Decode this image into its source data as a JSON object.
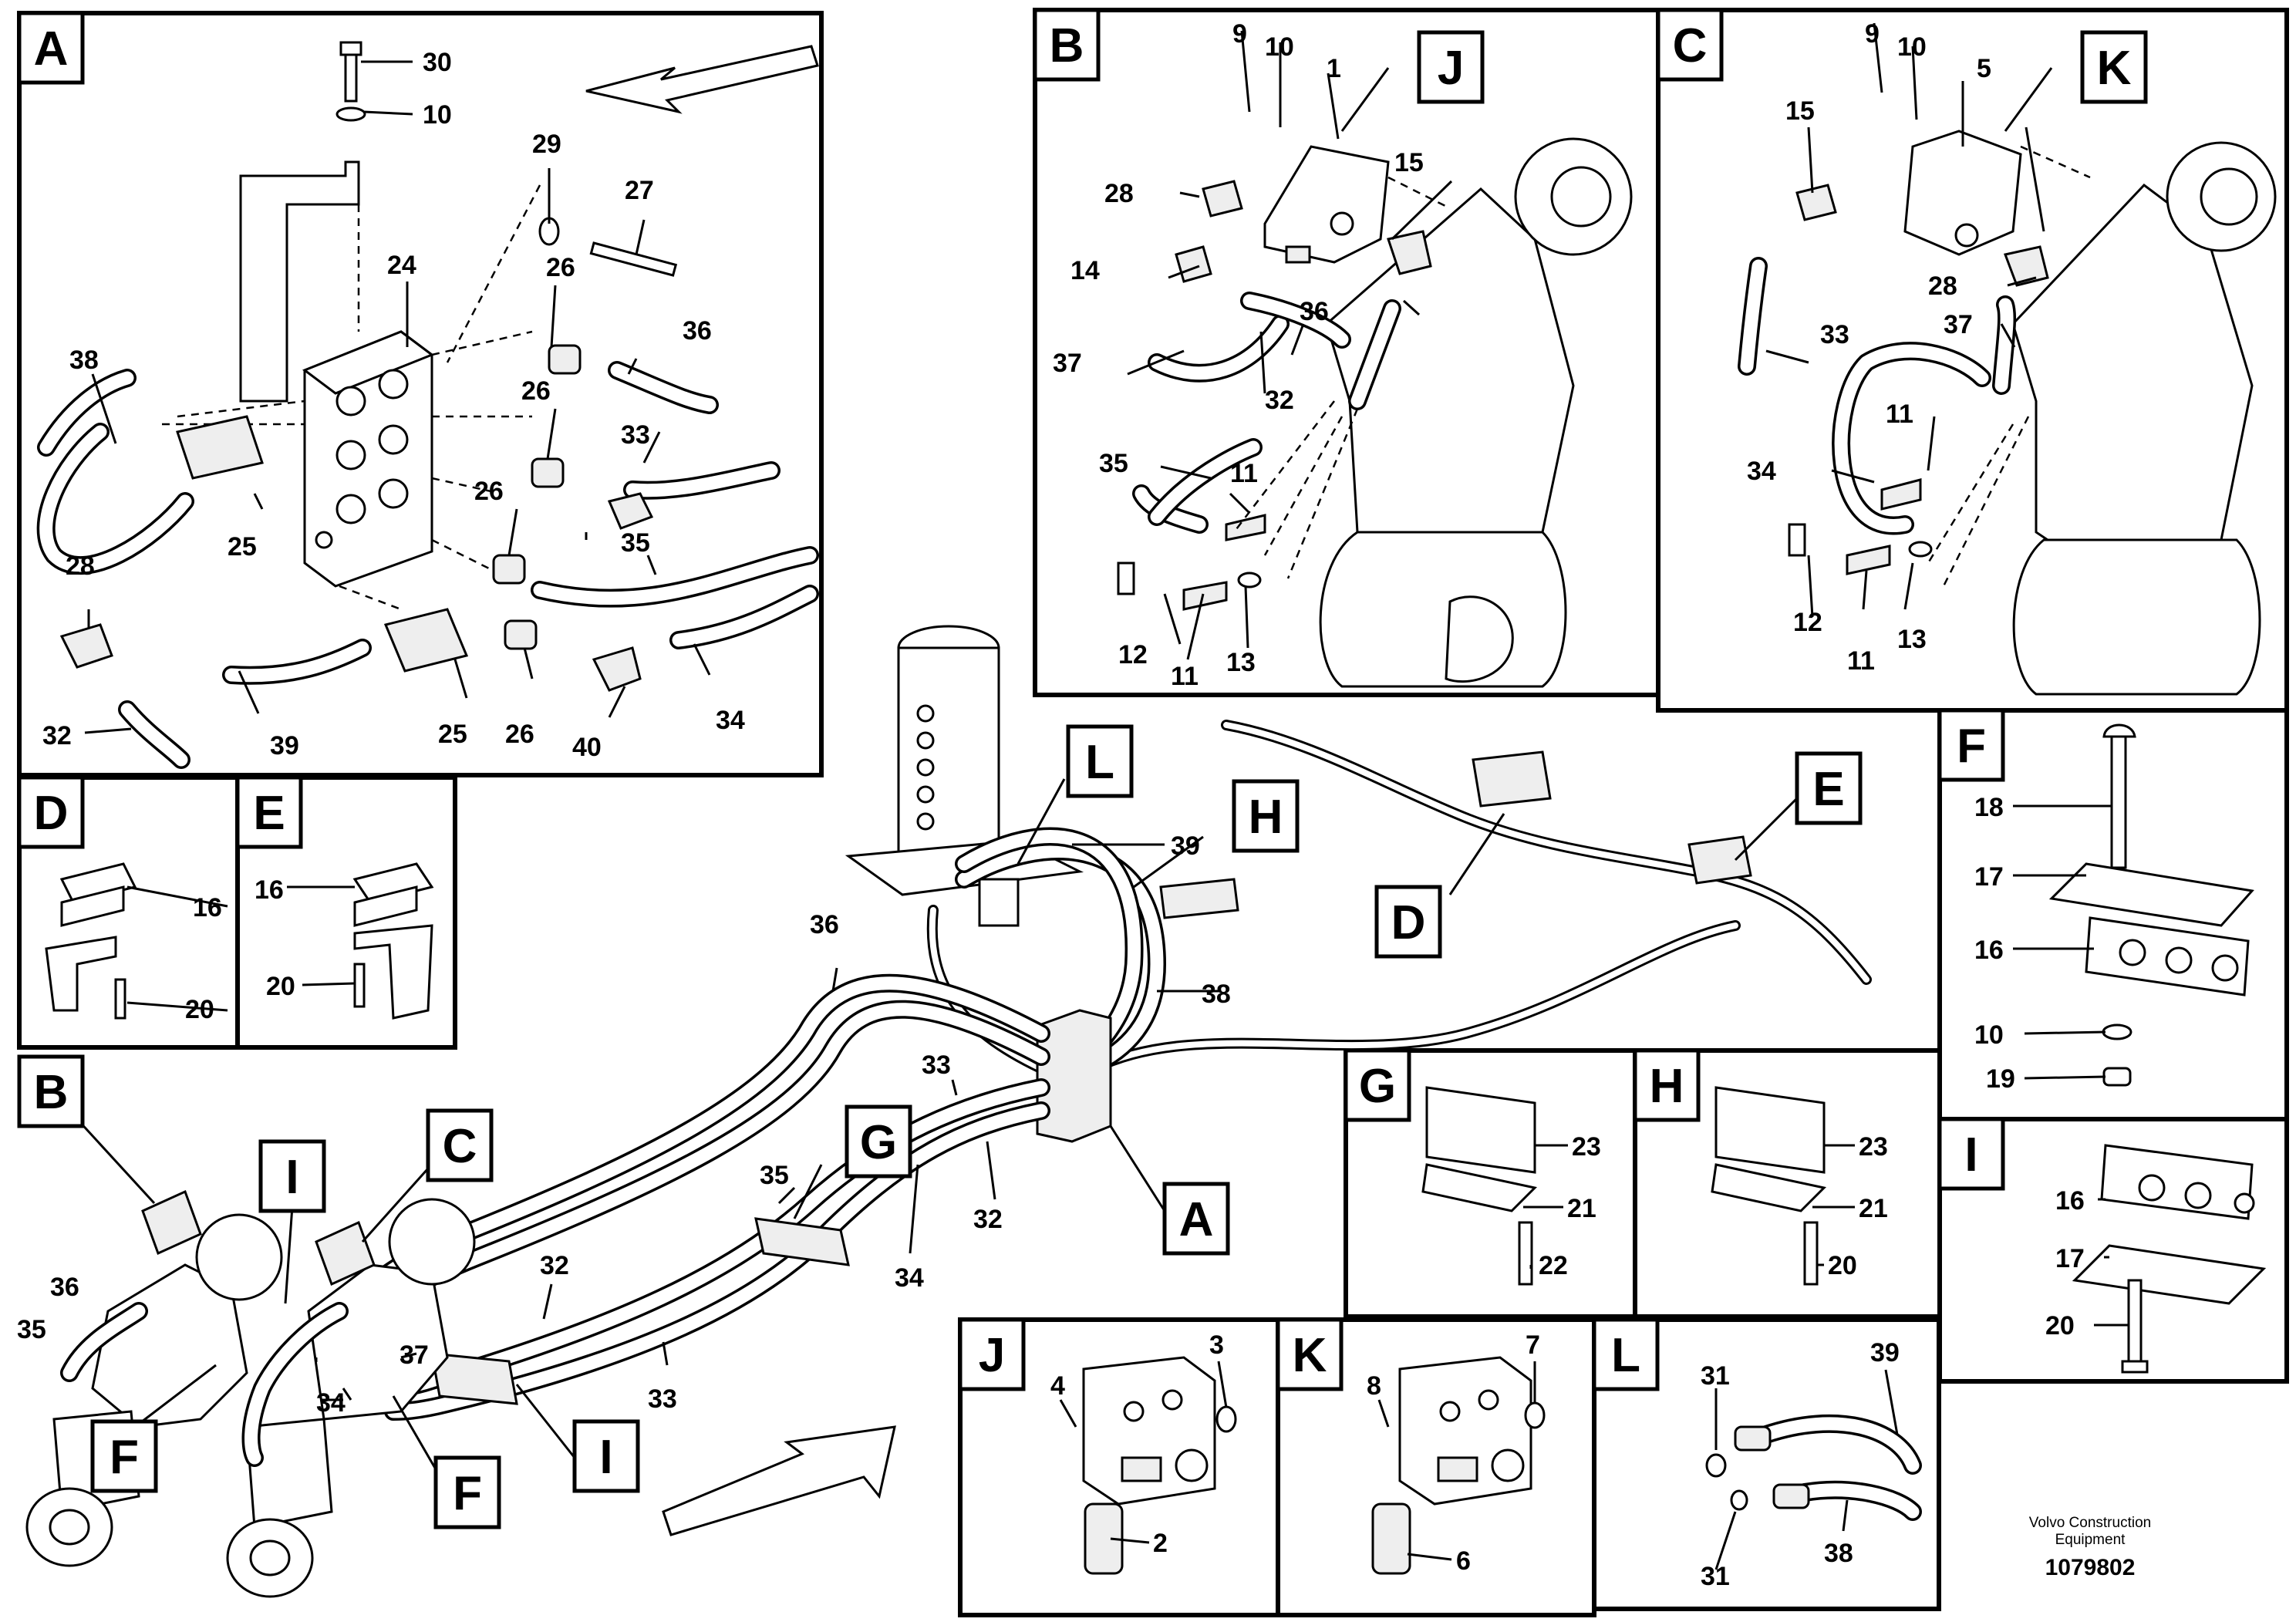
{
  "callouts": {
    "A": "A",
    "B": "B",
    "C": "C",
    "D": "D",
    "E": "E",
    "F": "F",
    "G": "G",
    "H": "H",
    "I": "I",
    "J": "J",
    "K": "K",
    "L": "L"
  },
  "parts": {
    "p1": "1",
    "p2": "2",
    "p3": "3",
    "p4": "4",
    "p5": "5",
    "p6": "6",
    "p7": "7",
    "p8": "8",
    "p9": "9",
    "p10": "10",
    "p11": "11",
    "p12": "12",
    "p13": "13",
    "p14": "14",
    "p15": "15",
    "p16": "16",
    "p17": "17",
    "p18": "18",
    "p19": "19",
    "p20": "20",
    "p21": "21",
    "p22": "22",
    "p23": "23",
    "p24": "24",
    "p25": "25",
    "p26": "26",
    "p27": "27",
    "p28": "28",
    "p29": "29",
    "p30": "30",
    "p31": "31",
    "p32": "32",
    "p33": "33",
    "p34": "34",
    "p35": "35",
    "p36": "36",
    "p37": "37",
    "p38": "38",
    "p39": "39",
    "p40": "40"
  },
  "footer": {
    "company_line1": "Volvo Construction",
    "company_line2": "Equipment",
    "drawing_number": "1079802"
  }
}
